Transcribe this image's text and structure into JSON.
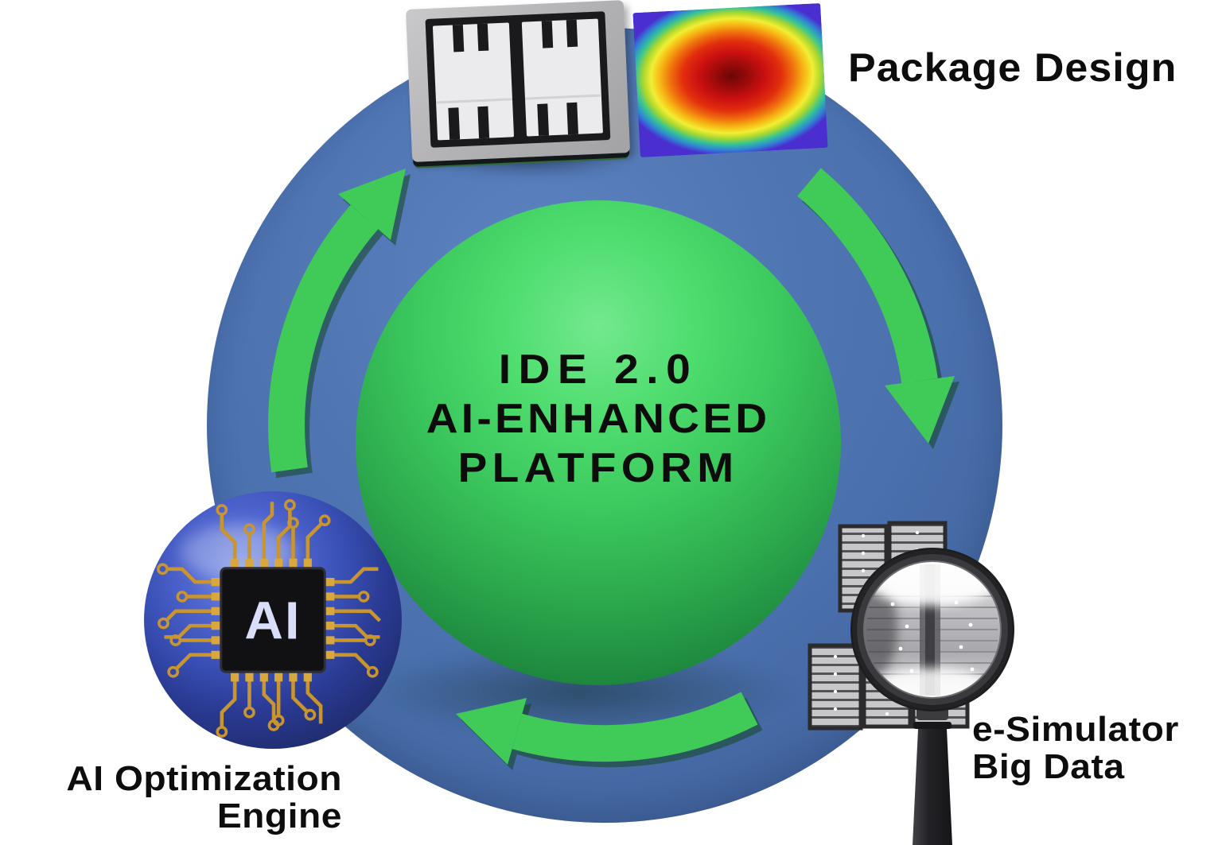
{
  "diagram": {
    "center_label": {
      "lines": [
        "IDE 2.0",
        "AI-ENHANCED",
        "PLATFORM"
      ]
    },
    "nodes": {
      "package_design": {
        "label": "Package Design",
        "icons": [
          "die-package-3d",
          "thermal-heatmap"
        ]
      },
      "e_simulator": {
        "lines": [
          "e-Simulator",
          "Big Data"
        ],
        "icons": [
          "server-racks",
          "magnifying-glass"
        ]
      },
      "ai_engine": {
        "lines": [
          "AI Optimization",
          "Engine"
        ],
        "chip_label": "AI",
        "icons": [
          "ai-chip-circuit-ball"
        ]
      }
    },
    "cycle_direction": "clockwise",
    "colors": {
      "ring_blue": "#4a70ae",
      "sphere_green": "#3cc95e",
      "arrow_green": "#40ca58",
      "label_black": "#0d0d0d",
      "ai_ball_blue": "#3950b6",
      "trace_gold": "#c9952f",
      "ai_chip_text": "#d9def9",
      "heatmap_scale": [
        "#4b2ed0",
        "#37c493",
        "#f2ee33",
        "#f0720e",
        "#cc1010",
        "#6a0606"
      ]
    }
  }
}
